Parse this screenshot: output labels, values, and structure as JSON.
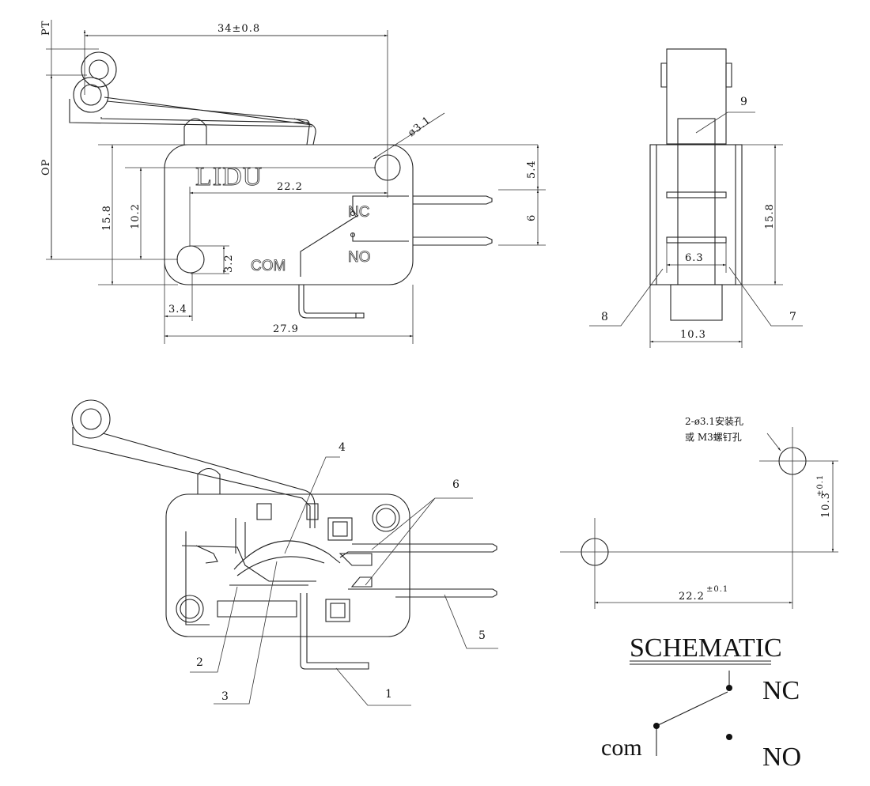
{
  "front_view": {
    "logo": "LIDU",
    "terminal_nc": "NC",
    "terminal_no": "NO",
    "terminal_com": "COM",
    "dim_overall_length": "34±0.8",
    "dim_pt": "PT",
    "dim_op": "OP",
    "dim_hole_diameter": "ø3.1",
    "dim_hole_spacing": "22.2",
    "dim_height": "15.8",
    "dim_hole_height": "10.2",
    "dim_com_hole": "3.2",
    "dim_com_offset": "3.4",
    "dim_body_length": "27.9",
    "dim_pin_top": "5.4",
    "dim_pin_pitch": "6"
  },
  "side_view": {
    "label_9": "9",
    "label_8": "8",
    "label_7": "7",
    "dim_inner_width": "6.3",
    "dim_width": "10.3",
    "dim_height": "15.8"
  },
  "internal_view": {
    "labels": [
      "1",
      "2",
      "3",
      "4",
      "5",
      "6"
    ]
  },
  "mounting": {
    "note_line1": "2-ø3.1安装孔",
    "note_line2": "或 M3螺钉孔",
    "dim_horizontal": "22.2",
    "dim_horizontal_tol": "±0.1",
    "dim_vertical": "10.3",
    "dim_vertical_tol": "±0.1"
  },
  "schematic": {
    "title": "SCHEMATIC",
    "nc": "NC",
    "no": "NO",
    "com": "com"
  }
}
